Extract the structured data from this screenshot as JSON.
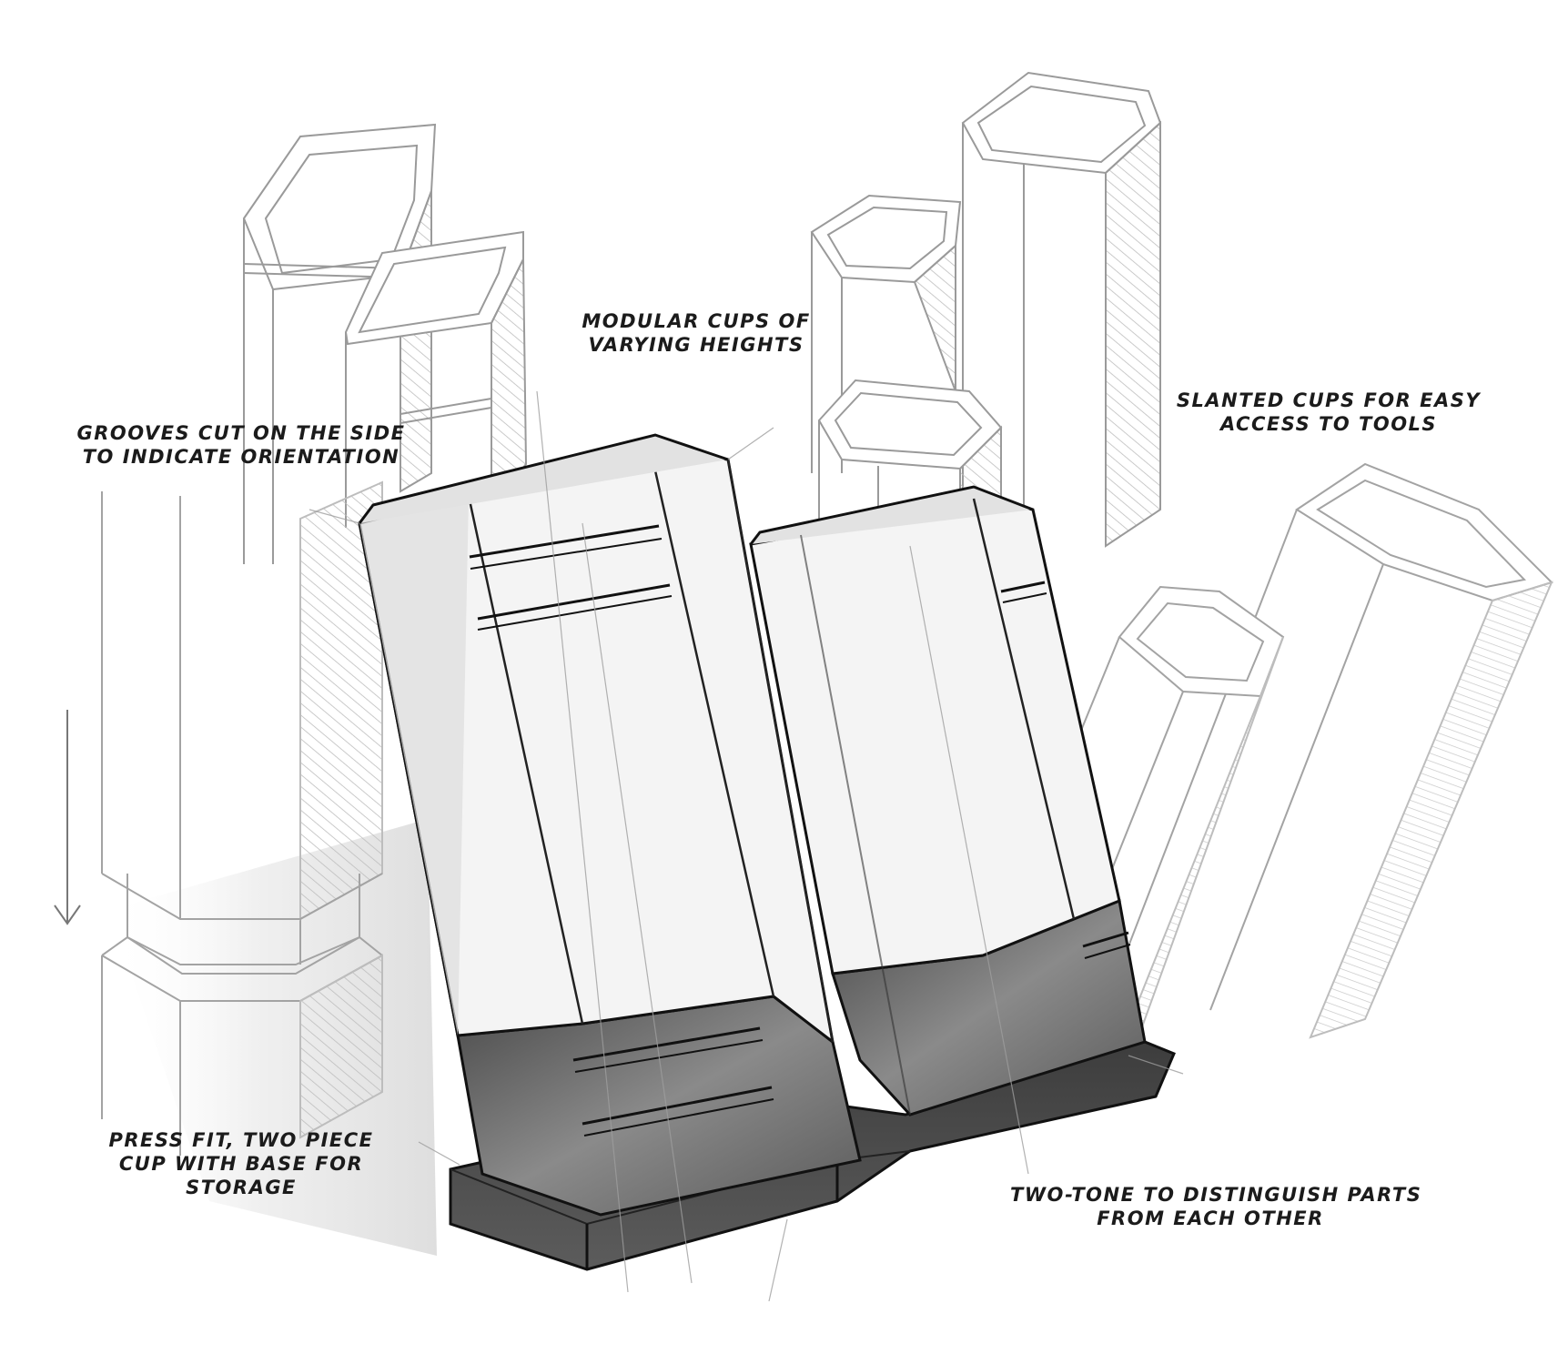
{
  "annotations": {
    "modular": {
      "line1": "MODULAR CUPS OF",
      "line2": "VARYING HEIGHTS"
    },
    "grooves": {
      "line1": "GROOVES CUT ON THE SIDE",
      "line2": "TO INDICATE ORIENTATION"
    },
    "slanted": {
      "line1": "SLANTED CUPS FOR EASY",
      "line2": "ACCESS TO TOOLS"
    },
    "pressfit": {
      "line1": "PRESS FIT, TWO PIECE",
      "line2": "CUP WITH BASE FOR",
      "line3": "STORAGE"
    },
    "twotone": {
      "line1": "TWO-TONE TO DISTINGUISH PARTS",
      "line2": "FROM EACH OTHER"
    }
  },
  "colors": {
    "ink": "#1b1b1b",
    "sketch_line": "#9a9a9a",
    "cup_light": "#f2f2f2",
    "cup_mid": "#d4d4d4",
    "base_dark": "#4a4a4a",
    "base_mid": "#6b6b6b"
  }
}
